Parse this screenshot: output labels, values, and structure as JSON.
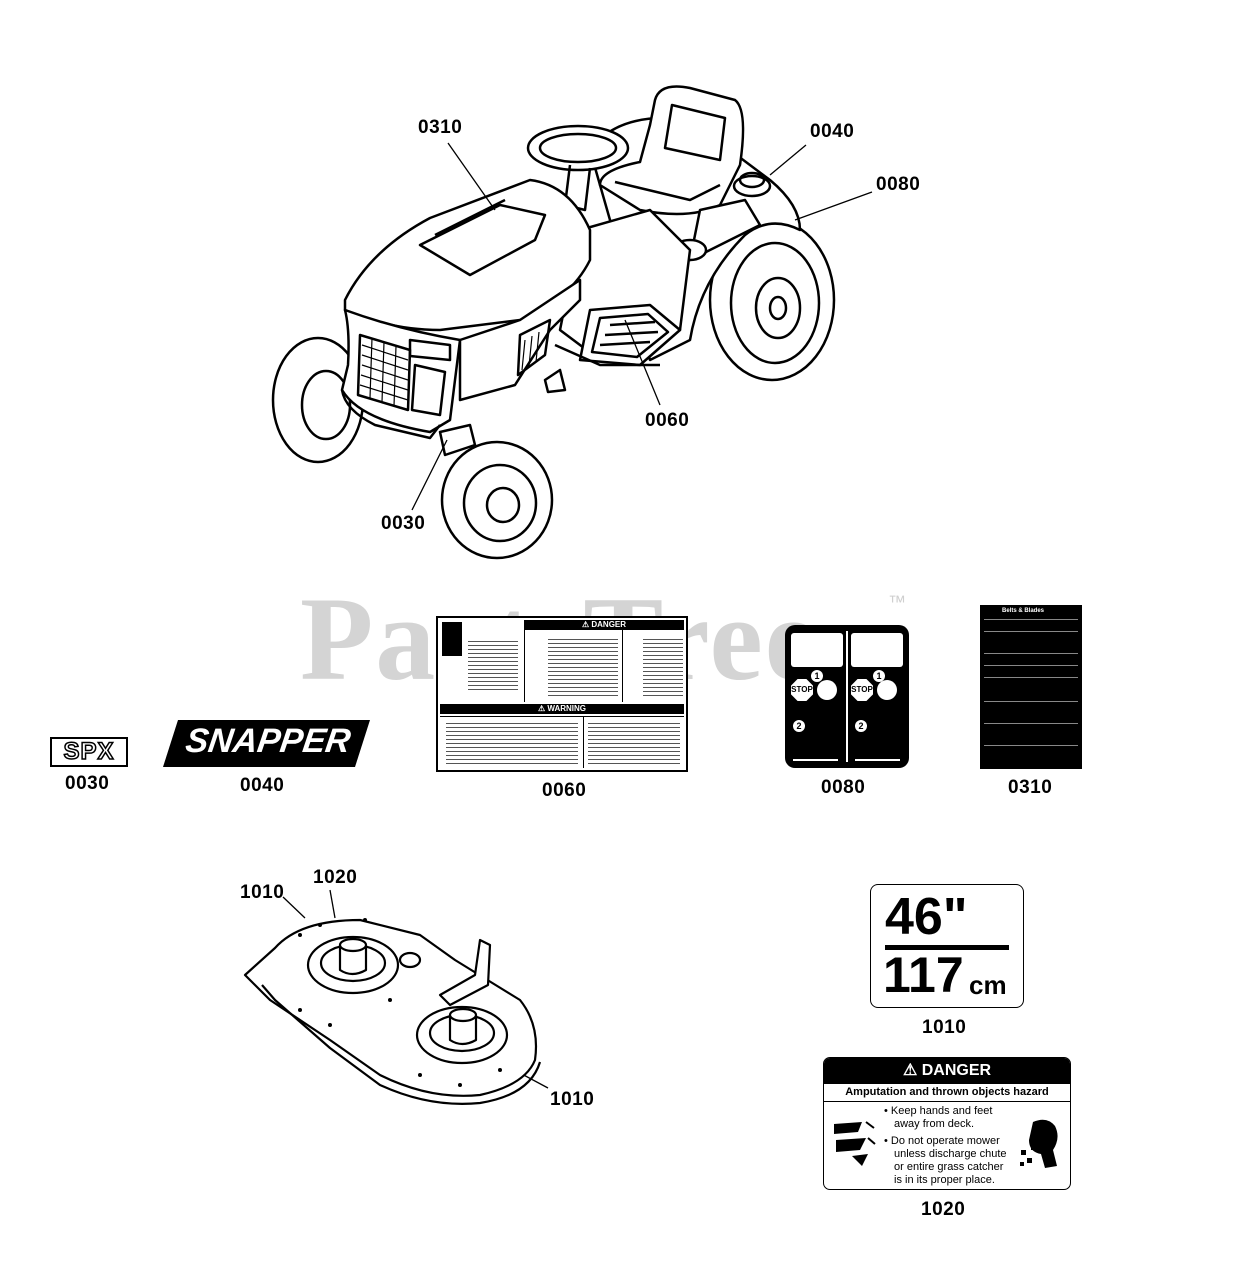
{
  "watermark": {
    "text": "PartsTree",
    "tm": "™"
  },
  "callouts": {
    "c0310": "0310",
    "c0040": "0040",
    "c0080": "0080",
    "c0060": "0060",
    "c0030": "0030",
    "c1010a": "1010",
    "c1020": "1020",
    "c1010b": "1010"
  },
  "part_numbers": {
    "p0030": "0030",
    "p0040": "0040",
    "p0060": "0060",
    "p0080": "0080",
    "p0310": "0310",
    "p1010": "1010",
    "p1020": "1020"
  },
  "decal_0030": {
    "text": "SPX"
  },
  "decal_0040": {
    "text": "SNAPPER"
  },
  "decal_0060": {
    "danger": "⚠ DANGER",
    "warning": "⚠ WARNING"
  },
  "decal_0080": {
    "stop": "STOP",
    "step1": "1",
    "step2": "2"
  },
  "decal_0310": {
    "title": "Belts & Blades"
  },
  "decal_1010": {
    "inches": "46\"",
    "cm_num": "117",
    "cm_unit": "cm"
  },
  "decal_1020": {
    "header": "⚠ DANGER",
    "subheader": "Amputation and thrown objects hazard",
    "item1_line1": "• Keep hands and feet",
    "item1_line2": "away from deck.",
    "item2_line1": "• Do not operate mower",
    "item2_line2": "unless discharge chute",
    "item2_line3": "or entire grass catcher",
    "item2_line4": "is in its proper place."
  }
}
